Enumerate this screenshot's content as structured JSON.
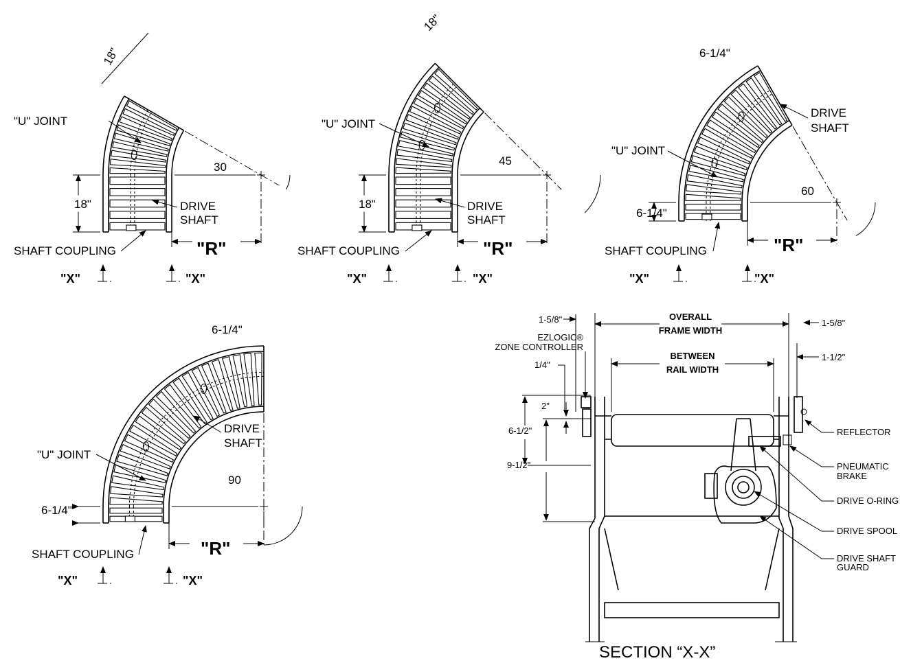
{
  "curves": [
    {
      "id": "curve30",
      "angle": 30,
      "labels": {
        "width": "18\"",
        "straight": "18\"",
        "u_joint": "\"U\" JOINT",
        "drive_shaft": [
          "DRIVE",
          "SHAFT"
        ],
        "coupling": "SHAFT COUPLING",
        "radius": "\"R\"",
        "angle": "30",
        "section_left": "\"X\"",
        "section_right": "\"X\""
      }
    },
    {
      "id": "curve45",
      "angle": 45,
      "labels": {
        "width": "18\"",
        "straight": "18\"",
        "u_joint": "\"U\" JOINT",
        "drive_shaft": [
          "DRIVE",
          "SHAFT"
        ],
        "coupling": "SHAFT COUPLING",
        "radius": "\"R\"",
        "angle": "45",
        "section_left": "\"X\"",
        "section_right": "\"X\""
      }
    },
    {
      "id": "curve60",
      "angle": 60,
      "labels": {
        "width": "6-1/4\"",
        "straight": "6-1/4\"",
        "u_joint": "\"U\" JOINT",
        "drive_shaft": [
          "DRIVE",
          "SHAFT"
        ],
        "coupling": "SHAFT COUPLING",
        "radius": "\"R\"",
        "angle": "60",
        "section_left": "\"X\"",
        "section_right": "\"X\""
      }
    },
    {
      "id": "curve90",
      "angle": 90,
      "labels": {
        "width": "6-1/4\"",
        "straight": "6-1/4\"",
        "u_joint": "\"U\" JOINT",
        "drive_shaft": [
          "DRIVE",
          "SHAFT"
        ],
        "coupling": "SHAFT COUPLING",
        "radius": "\"R\"",
        "angle": "90",
        "section_left": "\"X\"",
        "section_right": "\"X\""
      }
    }
  ],
  "section": {
    "title": "SECTION “X-X”",
    "overall_frame_width": [
      "OVERALL",
      "FRAME WIDTH"
    ],
    "between_rail_width": [
      "BETWEEN",
      "RAIL WIDTH"
    ],
    "dims": {
      "left_offset": "1-5/8\"",
      "right_offset": "1-5/8\"",
      "right_bracket": "1-1/2\"",
      "quarter": "1/4\"",
      "two": "2\"",
      "six_half": "6-1/2\"",
      "nine_half": "9-1/2\""
    },
    "ezlogic": [
      "EZLOGIC®",
      "ZONE CONTROLLER"
    ],
    "callouts": {
      "reflector": "REFLECTOR",
      "pneumatic_brake": [
        "PNEUMATIC",
        "BRAKE"
      ],
      "drive_oring": "DRIVE O-RING",
      "drive_spool": "DRIVE SPOOL",
      "drive_shaft_guard": [
        "DRIVE SHAFT",
        "GUARD"
      ]
    }
  }
}
